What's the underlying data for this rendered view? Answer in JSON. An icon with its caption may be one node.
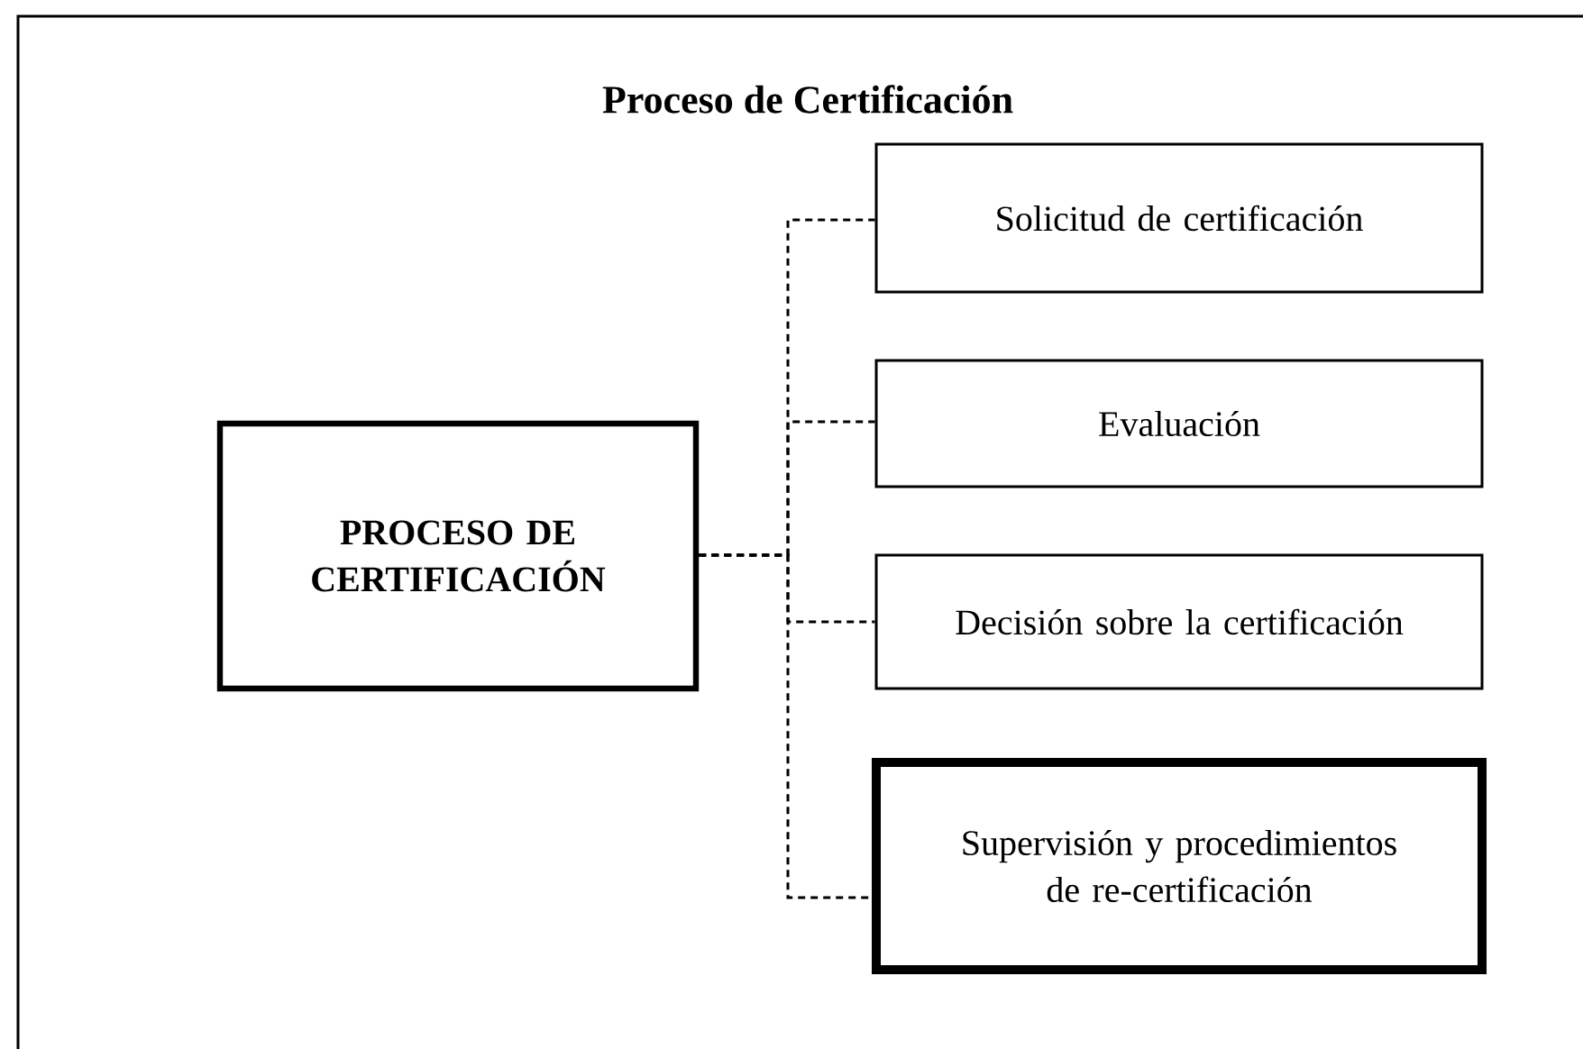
{
  "diagram": {
    "title": "Proceso de Certificación",
    "nodes": [
      {
        "text": [
          "PROCESO DE CERTIFICACIÓN"
        ]
      },
      {
        "text": [
          "Solicitud de certificación"
        ]
      },
      {
        "text": [
          "Evaluación"
        ]
      },
      {
        "text": [
          "Decisión sobre la certificación"
        ]
      },
      {
        "text": [
          "Supervisión y procedimientos de re-certificación"
        ]
      }
    ],
    "edges": [
      {
        "from": 0,
        "to": 1,
        "arrow": "none",
        "style": "dashed"
      },
      {
        "from": 0,
        "to": 2,
        "arrow": "none",
        "style": "dashed"
      },
      {
        "from": 0,
        "to": 3,
        "arrow": "none",
        "style": "dashed"
      },
      {
        "from": 0,
        "to": 4,
        "arrow": "none",
        "style": "dashed"
      }
    ]
  }
}
